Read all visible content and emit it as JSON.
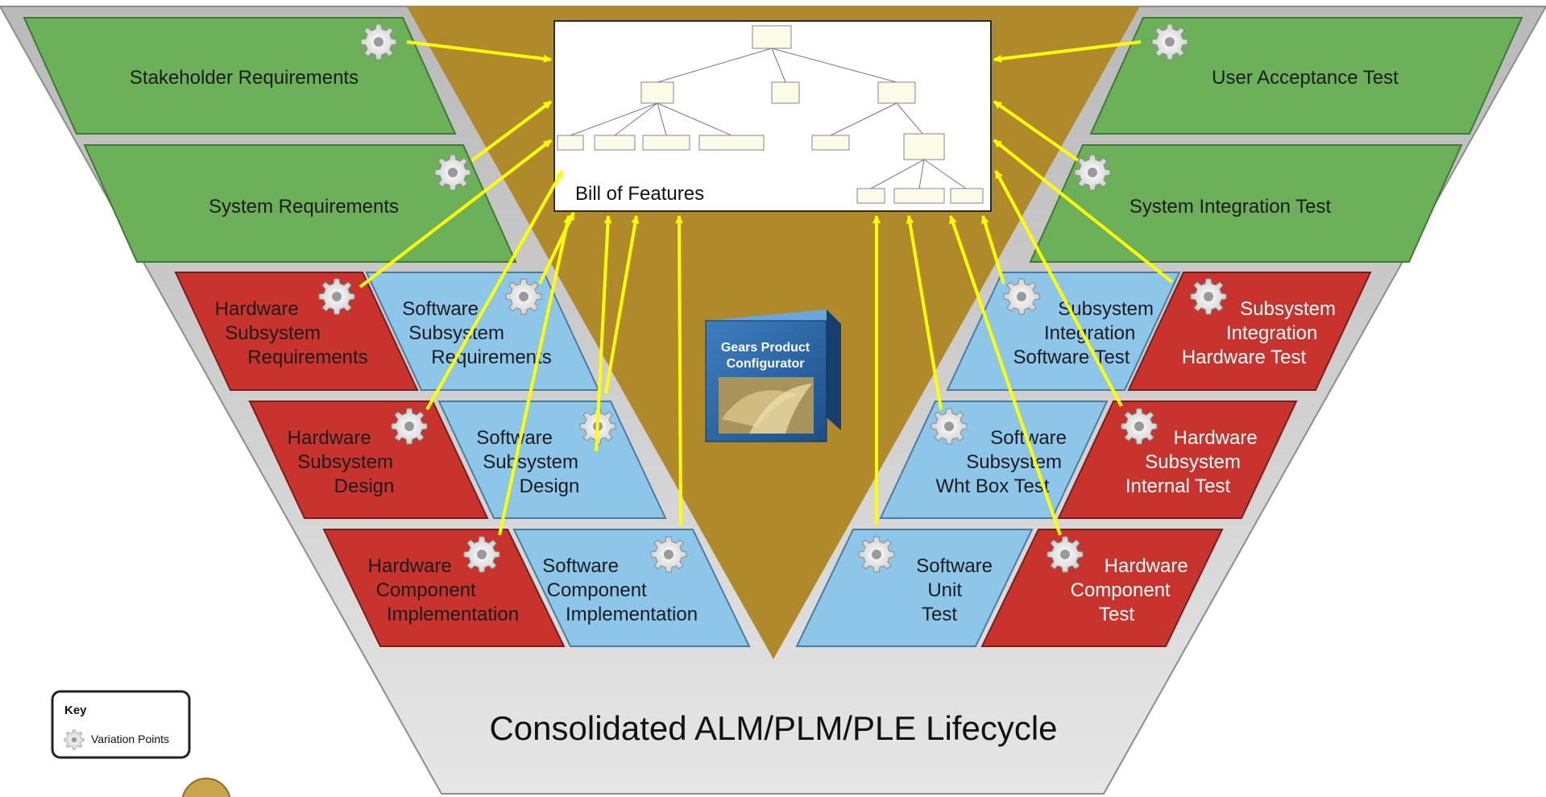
{
  "lifecycle_title": "Consolidated ALM/PLM/PLE Lifecycle",
  "bill_of_features": {
    "title": "Bill of Features"
  },
  "configurator": {
    "line1": "Gears Product",
    "line2": "Configurator"
  },
  "key": {
    "title": "Key",
    "variation_points": "Variation Points"
  },
  "colors": {
    "requirement_green": "#6cb05a",
    "hardware_red": "#c8342d",
    "software_blue": "#8ec6ea",
    "center_gold": "#b08a2a",
    "arrow_yellow": "#ffff00"
  },
  "left": {
    "stakeholder": "Stakeholder Requirements",
    "system": "System Requirements",
    "hw_subsys_req": [
      "Hardware",
      "Subsystem",
      "Requirements"
    ],
    "sw_subsys_req": [
      "Software",
      "Subsystem",
      "Requirements"
    ],
    "hw_subsys_design": [
      "Hardware",
      "Subsystem",
      "Design"
    ],
    "sw_subsys_design": [
      "Software",
      "Subsystem",
      "Design"
    ],
    "hw_comp_impl": [
      "Hardware",
      "Component",
      "Implementation"
    ],
    "sw_comp_impl": [
      "Software",
      "Component",
      "Implementation"
    ]
  },
  "right": {
    "user_acceptance": "User Acceptance Test",
    "system_integration": "System Integration Test",
    "sw_subsys_int_test": [
      "Subsystem",
      "Integration",
      "Software Test"
    ],
    "hw_subsys_int_test": [
      "Subsystem",
      "Integration",
      "Hardware Test"
    ],
    "sw_subsys_wb_test": [
      "Software",
      "Subsystem",
      "Wht Box Test"
    ],
    "hw_subsys_int_internal": [
      "Hardware",
      "Subsystem",
      "Internal Test"
    ],
    "sw_unit_test": [
      "Software",
      "Unit",
      "Test"
    ],
    "hw_comp_test": [
      "Hardware",
      "Component",
      "Test"
    ]
  }
}
